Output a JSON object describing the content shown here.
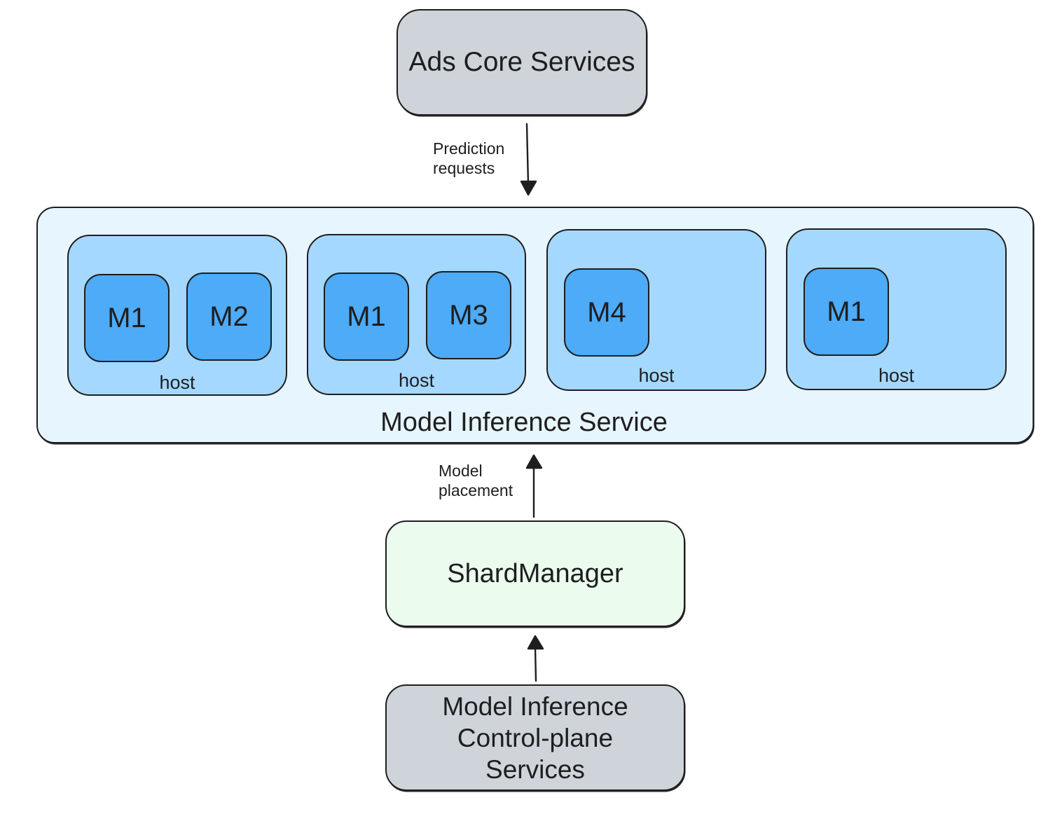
{
  "nodes": {
    "ads_core": "Ads Core Services",
    "model_inference_service": "Model Inference Service",
    "shard_manager": "ShardManager",
    "control_plane": [
      "Model Inference",
      "Control-plane",
      "Services"
    ]
  },
  "hosts": [
    {
      "label": "host",
      "models": [
        "M1",
        "M2"
      ]
    },
    {
      "label": "host",
      "models": [
        "M1",
        "M3"
      ]
    },
    {
      "label": "host",
      "models": [
        "M4"
      ]
    },
    {
      "label": "host",
      "models": [
        "M1"
      ]
    }
  ],
  "edges": {
    "prediction_requests": [
      "Prediction",
      "requests"
    ],
    "model_placement": [
      "Model",
      "placement"
    ]
  },
  "colors": {
    "external_service": "#ced4da",
    "inference_service": "#e7f5ff",
    "host": "#a5d8ff",
    "model": "#4dabf7",
    "shard_manager": "#ebfbee",
    "stroke": "#1e1e1e"
  }
}
